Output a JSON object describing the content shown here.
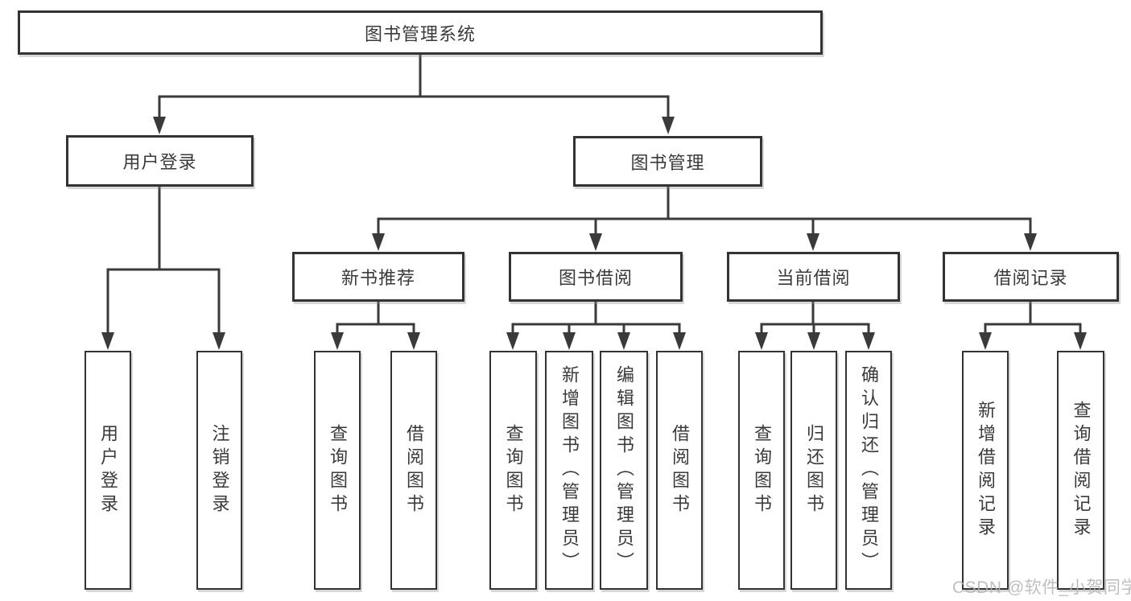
{
  "diagram": {
    "type": "hierarchy-tree",
    "colors": {
      "line": "#3a3a3a",
      "border": "#333333",
      "text": "#3a3a3a",
      "background": "#ffffff",
      "watermark": "#b4b4b4"
    },
    "watermark": "CSDN @软件_小贺同学"
  },
  "nodes": {
    "root": {
      "label": "图书管理系统"
    },
    "user_login": {
      "label": "用户登录"
    },
    "book_mgmt": {
      "label": "图书管理"
    },
    "new_book_rec": {
      "label": "新书推荐"
    },
    "book_borrow": {
      "label": "图书借阅"
    },
    "current_borrow": {
      "label": "当前借阅"
    },
    "borrow_records": {
      "label": "借阅记录"
    }
  },
  "leaves": [
    {
      "group": "user_login",
      "label": "用户登录"
    },
    {
      "group": "user_login",
      "label": "注销登录"
    },
    {
      "group": "new_book_rec",
      "label": "查询图书"
    },
    {
      "group": "new_book_rec",
      "label": "借阅图书"
    },
    {
      "group": "book_borrow",
      "label": "查询图书"
    },
    {
      "group": "book_borrow",
      "label": "新增图书（管理员）"
    },
    {
      "group": "book_borrow",
      "label": "编辑图书（管理员）"
    },
    {
      "group": "book_borrow",
      "label": "借阅图书"
    },
    {
      "group": "current_borrow",
      "label": "查询图书"
    },
    {
      "group": "current_borrow",
      "label": "归还图书"
    },
    {
      "group": "current_borrow",
      "label": "确认归还（管理员）"
    },
    {
      "group": "borrow_records",
      "label": "新增借阅记录"
    },
    {
      "group": "borrow_records",
      "label": "查询借阅记录"
    }
  ],
  "hierarchy": {
    "图书管理系统": {
      "用户登录": [
        "用户登录",
        "注销登录"
      ],
      "图书管理": {
        "新书推荐": [
          "查询图书",
          "借阅图书"
        ],
        "图书借阅": [
          "查询图书",
          "新增图书（管理员）",
          "编辑图书（管理员）",
          "借阅图书"
        ],
        "当前借阅": [
          "查询图书",
          "归还图书",
          "确认归还（管理员）"
        ],
        "借阅记录": [
          "新增借阅记录",
          "查询借阅记录"
        ]
      }
    }
  }
}
